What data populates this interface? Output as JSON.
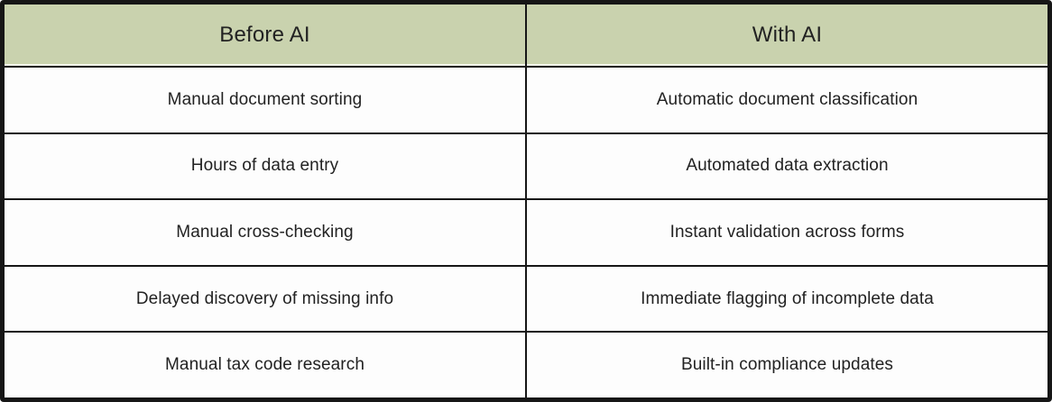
{
  "headers": {
    "before": "Before AI",
    "with": "With AI"
  },
  "rows": [
    {
      "before": "Manual document sorting",
      "with": "Automatic document classification"
    },
    {
      "before": "Hours of data entry",
      "with": "Automated data extraction"
    },
    {
      "before": "Manual cross-checking",
      "with": "Instant validation across forms"
    },
    {
      "before": "Delayed discovery of missing info",
      "with": "Immediate flagging of incomplete data"
    },
    {
      "before": "Manual tax code research",
      "with": "Built-in compliance updates"
    }
  ],
  "colors": {
    "header_bg": "#c9d2ae",
    "border": "#161616",
    "text": "#222222",
    "row_bg": "#fdfdfd"
  },
  "chart_data": {
    "type": "table",
    "title": "",
    "columns": [
      "Before AI",
      "With AI"
    ],
    "rows": [
      [
        "Manual document sorting",
        "Automatic document classification"
      ],
      [
        "Hours of data entry",
        "Automated data extraction"
      ],
      [
        "Manual cross-checking",
        "Instant validation across forms"
      ],
      [
        "Delayed discovery of missing info",
        "Immediate flagging of incomplete data"
      ],
      [
        "Manual tax code research",
        "Built-in compliance updates"
      ]
    ],
    "layout": {
      "header_background": "#c9d2ae",
      "grid": "on",
      "column_widths_pct": [
        50,
        50
      ]
    }
  }
}
